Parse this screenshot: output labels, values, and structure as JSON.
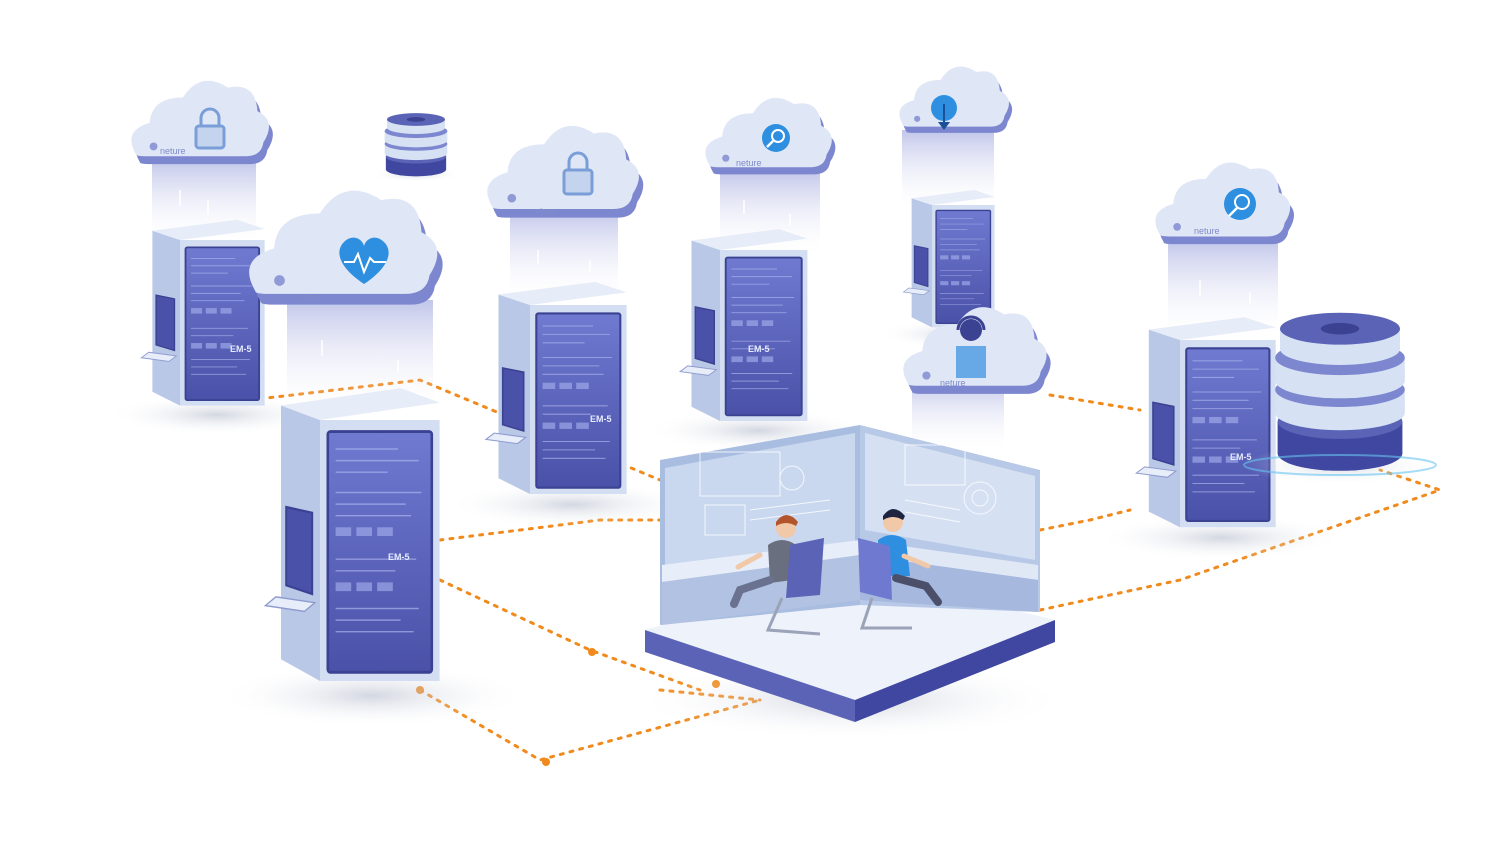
{
  "illustration": {
    "cabinet_label": "EM-5",
    "cloud_brand": "neture",
    "palette": {
      "cabinet_body": "#cdd9ef",
      "cabinet_front": "#5a63b6",
      "cabinet_dark": "#3b4292",
      "cloud_front": "#dfe6f6",
      "cloud_back": "#7c87cf",
      "icon_blue": "#2e8fe0",
      "network_line": "#f08a1c",
      "room_wall": "#a9bde0",
      "room_floor": "#e9eef8"
    },
    "cloud_icons": [
      "lock-icon",
      "lock-icon",
      "search-icon",
      "upload-icon",
      "search-icon",
      "heart-pulse-icon",
      "support-agent-icon"
    ],
    "operators": 2
  }
}
